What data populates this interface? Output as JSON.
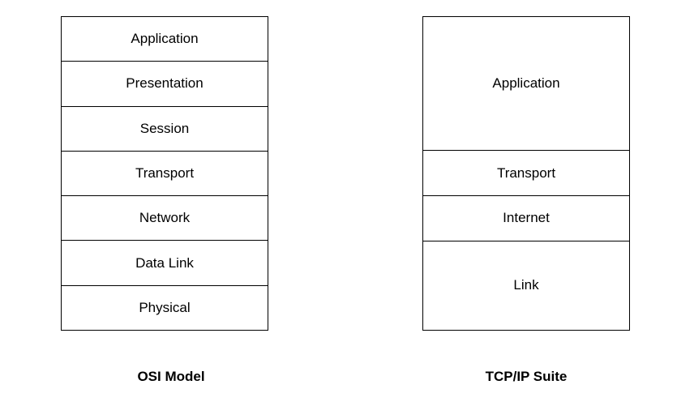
{
  "osi": {
    "title": "OSI Model",
    "layers": [
      "Application",
      "Presentation",
      "Session",
      "Transport",
      "Network",
      "Data Link",
      "Physical"
    ]
  },
  "tcpip": {
    "title": "TCP/IP Suite",
    "layers": [
      "Application",
      "Transport",
      "Internet",
      "Link"
    ]
  },
  "colors": {
    "line": "#000000",
    "background": "#ffffff",
    "text": "#000000"
  }
}
